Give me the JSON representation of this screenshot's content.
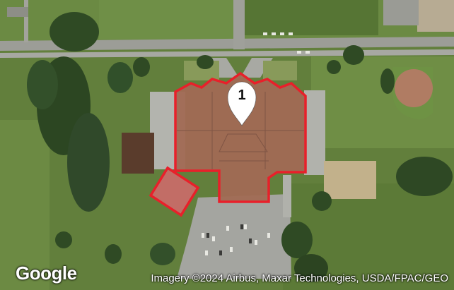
{
  "map": {
    "provider_logo": "Google",
    "attribution": "Imagery ©2024 Airbus, Maxar Technologies, USDA/FPAC/GEO",
    "marker": {
      "label": "1"
    },
    "colors": {
      "highlight_outline": "#e8202a",
      "highlight_fill": "#e8202a",
      "grass": "#5f7f3a",
      "trees": "#2f4a24",
      "pavement": "#a9aaa5",
      "roof": "#9b6a55",
      "ballfield_dirt": "#b07c63"
    }
  }
}
